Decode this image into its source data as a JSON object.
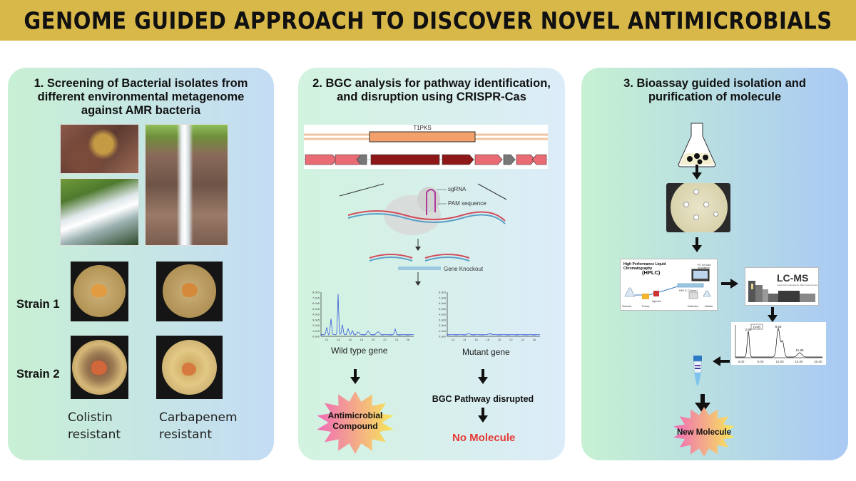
{
  "title": "Genome guided approach to discover novel antimicrobials",
  "colors": {
    "banner": "#d9b84a",
    "no_molecule": "#e53935",
    "star_from": "#f7e85a",
    "star_to": "#f06bb8"
  },
  "panel1": {
    "title": "1. Screening of Bacterial isolates  from different environmental metagenome against AMR bacteria",
    "strain1": "Strain 1",
    "strain2": "Strain 2",
    "col1_label_line1": "Colistin",
    "col1_label_line2": "resistant",
    "col2_label_line1": "Carbapenem",
    "col2_label_line2": "resistant"
  },
  "panel2": {
    "title": "2. BGC analysis for pathway identification, and disruption using CRISPR-Cas",
    "gene_label": "T1PKS",
    "sgrna": "sgRNA",
    "pam": "PAM sequence",
    "knockout": "Gene Knockout",
    "wild_caption": "Wild type gene",
    "mutant_caption": "Mutant gene",
    "antimicrobial_line1": "Antimicrobial",
    "antimicrobial_line2": "Compound",
    "disrupted": "BGC Pathway disrupted",
    "no_molecule": "No Molecule",
    "y_ticks": [
      "8.0e5",
      "7.0e5",
      "6.0e5",
      "5.0e5",
      "4.0e5",
      "3.0e5",
      "2.0e5",
      "1.0e5",
      "0.0e0"
    ],
    "x_ticks": [
      "12",
      "14",
      "16",
      "18",
      "20",
      "22",
      "24",
      "26"
    ]
  },
  "panel3": {
    "title": "3. Bioassay guided isolation and purification of molecule",
    "hplc_heading": "High Performance Liquid Chromatography",
    "hplc_abbr": "(HPLC)",
    "hplc_parts": [
      "Solvent",
      "Pump",
      "Injector",
      "HPLC Column",
      "Detector",
      "Waste",
      "PC for Data Acquisition"
    ],
    "lcms": "LC-MS",
    "lcms_sub": "Liquid Chromatography Mass Spectrometry",
    "chrom_peaks": [
      "2.95",
      "8.50",
      "11.85"
    ],
    "chrom_x": [
      "0.00",
      "5.00",
      "10.00",
      "15.00",
      "20.00"
    ],
    "chrom_box": "DA/B",
    "new_molecule": "New Molecule"
  }
}
